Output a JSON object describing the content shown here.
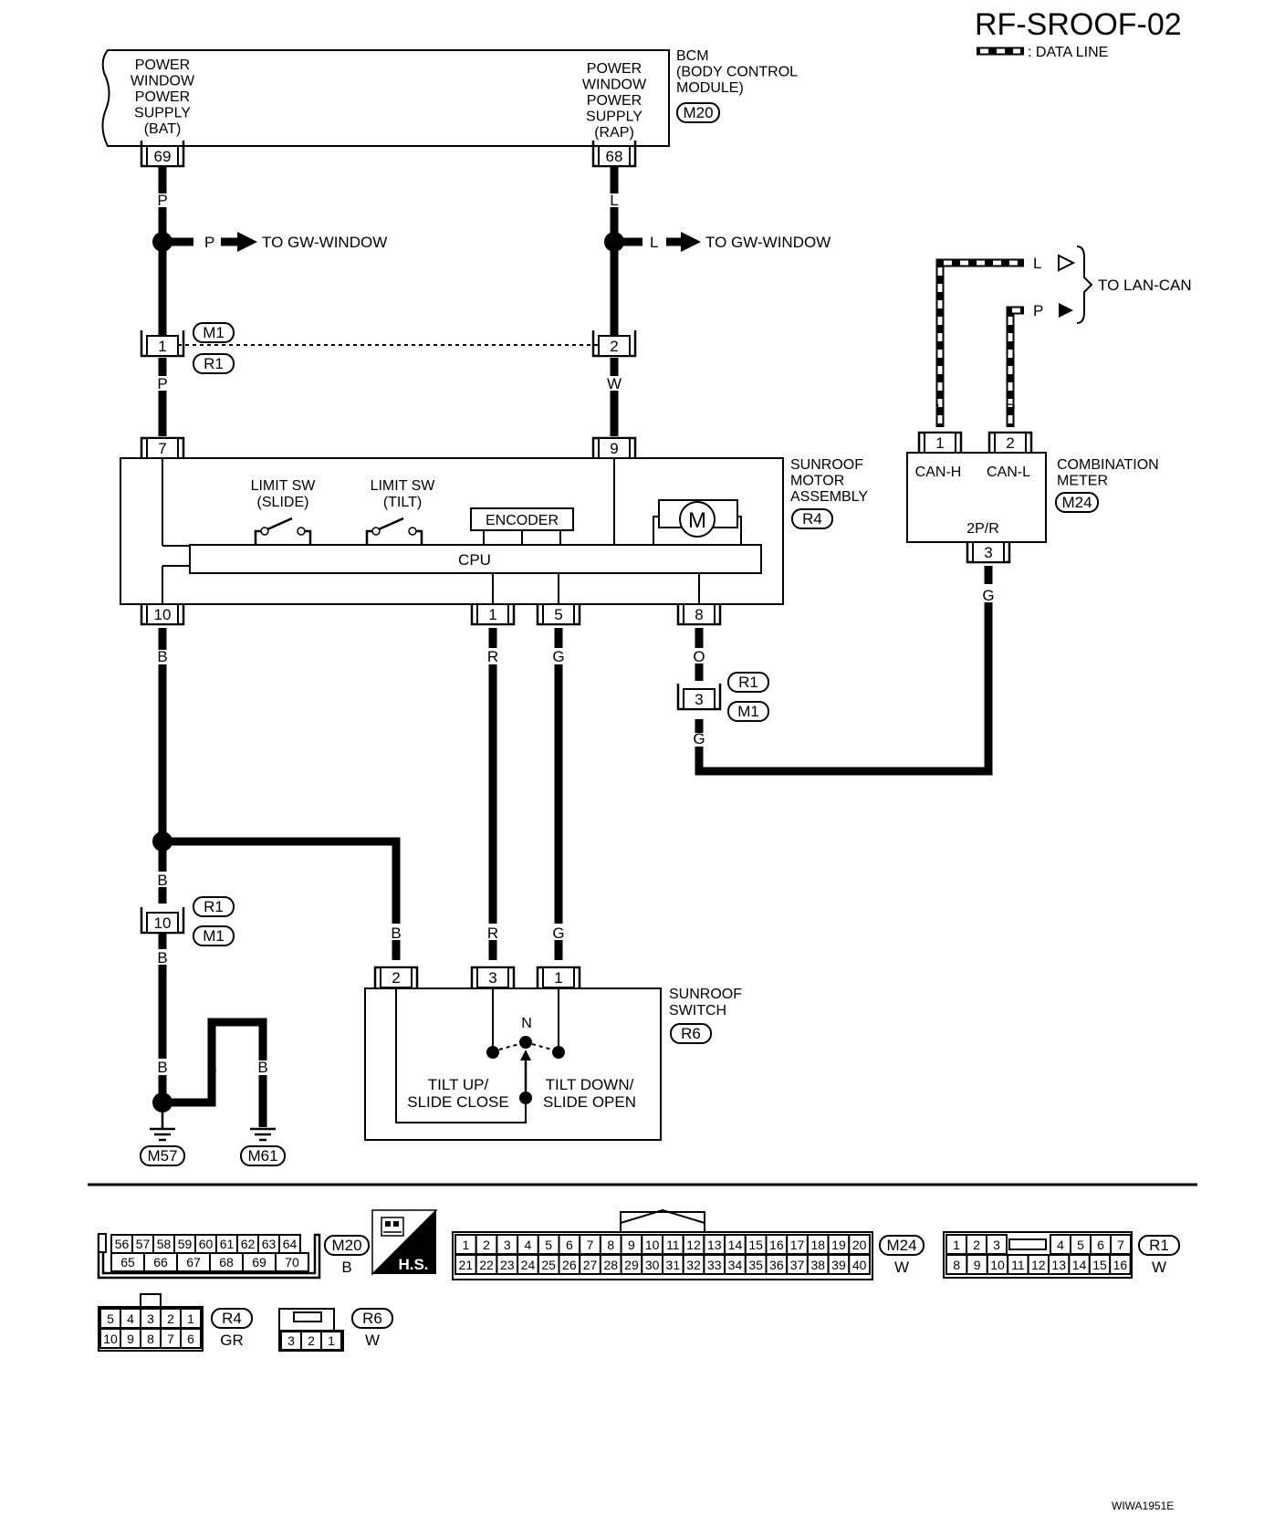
{
  "title": "RF-SROOF-02",
  "legend": {
    "data_line": ": DATA LINE"
  },
  "footer_code": "WIWA1951E",
  "bcm": {
    "label": [
      "BCM",
      "(BODY CONTROL",
      "MODULE)"
    ],
    "connector": "M20",
    "terminal_bat": {
      "lines": [
        "POWER",
        "WINDOW",
        "POWER",
        "SUPPLY",
        "(BAT)"
      ],
      "pin": "69"
    },
    "terminal_rap": {
      "lines": [
        "POWER",
        "WINDOW",
        "POWER",
        "SUPPLY",
        "(RAP)"
      ],
      "pin": "68"
    }
  },
  "branches": {
    "p_color": "P",
    "l_color": "L",
    "to_gw_window": "TO GW-WINDOW",
    "to_lan_can": "TO LAN-CAN"
  },
  "joint_m1_r1": {
    "conn_a": "M1",
    "conn_b": "R1",
    "pin_1": "1",
    "pin_2": "2"
  },
  "wire_colors": {
    "p": "P",
    "l": "L",
    "w": "W",
    "b": "B",
    "r": "R",
    "g": "G",
    "o": "O"
  },
  "sunroof_motor": {
    "label": [
      "SUNROOF",
      "MOTOR",
      "ASSEMBLY"
    ],
    "connector": "R4",
    "limit_slide": [
      "LIMIT SW",
      "(SLIDE)"
    ],
    "limit_tilt": [
      "LIMIT SW",
      "(TILT)"
    ],
    "encoder": "ENCODER",
    "motor": "M",
    "cpu": "CPU",
    "pins": {
      "p7": "7",
      "p9": "9",
      "p10": "10",
      "p1": "1",
      "p5": "5",
      "p8": "8"
    }
  },
  "combination_meter": {
    "label": [
      "COMBINATION",
      "METER"
    ],
    "connector": "M24",
    "can_h": "CAN-H",
    "can_l": "CAN-L",
    "type": "2P/R",
    "pins": {
      "p1": "1",
      "p2": "2",
      "p3": "3"
    }
  },
  "joint_r1_m1_3": {
    "conn_a": "R1",
    "conn_b": "M1",
    "pin": "3"
  },
  "joint_r1_m1_10": {
    "conn_a": "R1",
    "conn_b": "M1",
    "pin": "10"
  },
  "sunroof_switch": {
    "label": [
      "SUNROOF",
      "SWITCH"
    ],
    "connector": "R6",
    "neutral": "N",
    "tilt_up": [
      "TILT UP/",
      "SLIDE CLOSE"
    ],
    "tilt_down": [
      "TILT DOWN/",
      "SLIDE OPEN"
    ],
    "pins": {
      "p2": "2",
      "p3": "3",
      "p1": "1"
    }
  },
  "grounds": {
    "g1": "M57",
    "g2": "M61"
  },
  "hs_badge": "H.S.",
  "connector_views": {
    "m20": {
      "id": "M20",
      "color": "B",
      "row1": [
        "56",
        "57",
        "58",
        "59",
        "60",
        "61",
        "62",
        "63",
        "64"
      ],
      "row2": [
        "65",
        "66",
        "67",
        "68",
        "69",
        "70"
      ]
    },
    "m24": {
      "id": "M24",
      "color": "W",
      "row1": [
        "1",
        "2",
        "3",
        "4",
        "5",
        "6",
        "7",
        "8",
        "9",
        "10",
        "11",
        "12",
        "13",
        "14",
        "15",
        "16",
        "17",
        "18",
        "19",
        "20"
      ],
      "row2": [
        "21",
        "22",
        "23",
        "24",
        "25",
        "26",
        "27",
        "28",
        "29",
        "30",
        "31",
        "32",
        "33",
        "34",
        "35",
        "36",
        "37",
        "38",
        "39",
        "40"
      ]
    },
    "r1": {
      "id": "R1",
      "color": "W",
      "row1": [
        "1",
        "2",
        "3",
        "4",
        "5",
        "6",
        "7"
      ],
      "row2": [
        "8",
        "9",
        "10",
        "11",
        "12",
        "13",
        "14",
        "15",
        "16"
      ]
    },
    "r4": {
      "id": "R4",
      "color": "GR",
      "row1": [
        "5",
        "4",
        "3",
        "2",
        "1"
      ],
      "row2": [
        "10",
        "9",
        "8",
        "7",
        "6"
      ]
    },
    "r6": {
      "id": "R6",
      "color": "W",
      "row1": [
        "3",
        "2",
        "1"
      ]
    }
  }
}
